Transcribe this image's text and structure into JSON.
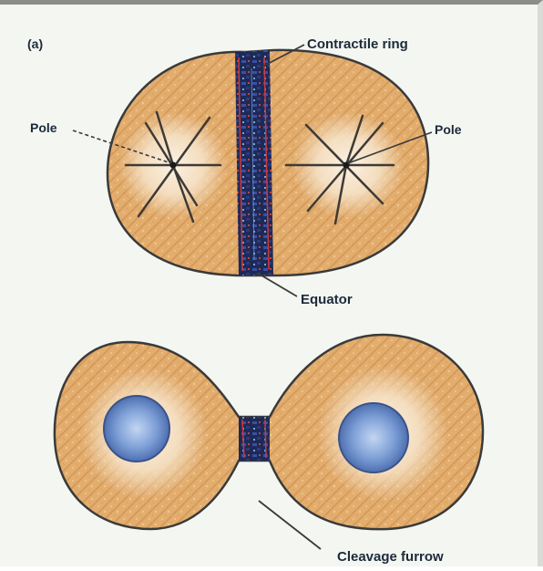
{
  "figure": {
    "panel_label": "(a)",
    "labels": {
      "contractile_ring": "Contractile ring",
      "pole_left": "Pole",
      "pole_right": "Pole",
      "equator": "Equator",
      "cleavage_furrow": "Cleavage furrow"
    }
  },
  "colors": {
    "cytoplasm": "#e0a766",
    "cytoplasm_light": "#f5e3cc",
    "membrane": "#3a3a3a",
    "ring_dark": "#1e2a56",
    "ring_blue": "#3a4fa6",
    "ring_red": "#cc3a3a",
    "nucleus": "#5f86c6",
    "nucleus_light": "#b9cff0"
  }
}
